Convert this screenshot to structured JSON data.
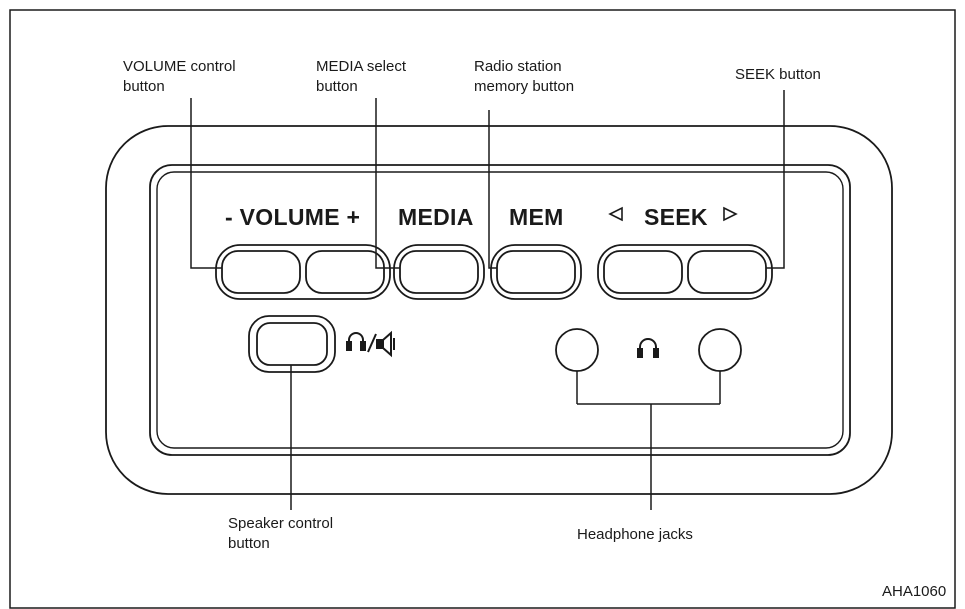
{
  "callouts": {
    "volume": [
      "VOLUME control",
      "button"
    ],
    "media": [
      "MEDIA select",
      "button"
    ],
    "memory": [
      "Radio station",
      "memory button"
    ],
    "seek": [
      "SEEK button"
    ],
    "speaker": [
      "Speaker control",
      "button"
    ],
    "headphone": [
      "Headphone jacks"
    ]
  },
  "panel": {
    "volume_label": "- VOLUME +",
    "media_label": "MEDIA",
    "mem_label": "MEM",
    "seek_label": "SEEK",
    "seek_left_icon": "seek-left-triangle-icon",
    "seek_right_icon": "seek-right-triangle-icon",
    "speaker_icon": "headphone-speaker-toggle-icon",
    "headphone_icon": "headphone-icon"
  },
  "figure_id": "AHA1060",
  "colors": {
    "line": "#1a1a1a",
    "background": "#ffffff"
  }
}
